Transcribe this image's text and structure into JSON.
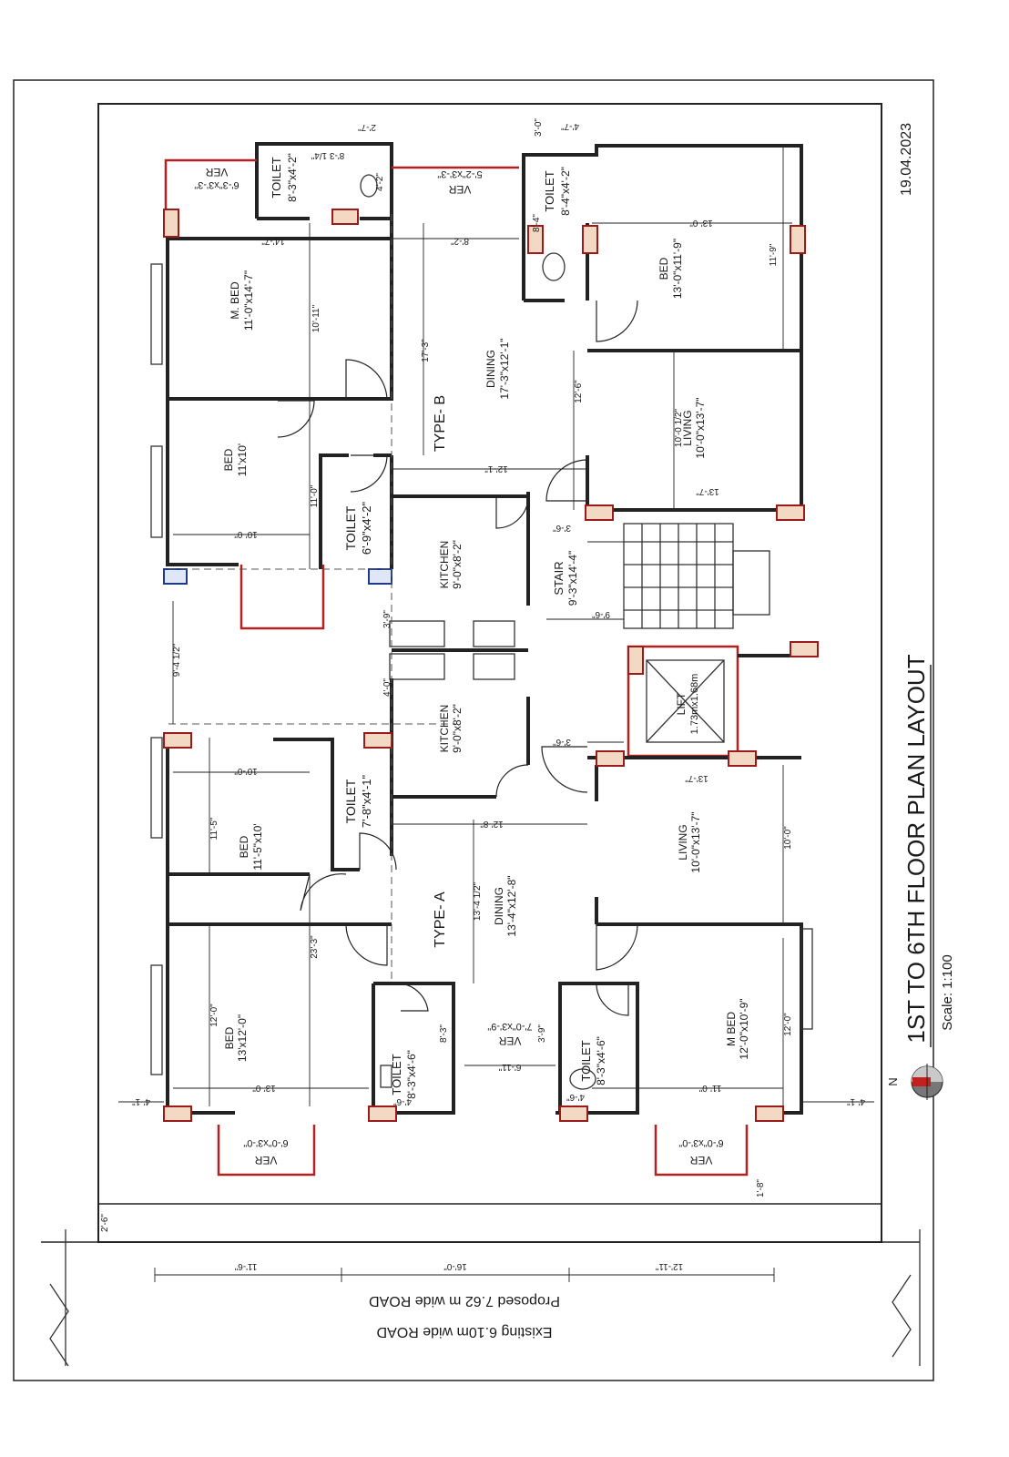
{
  "sheet": {
    "title": "1ST TO 6TH FLOOR PLAN LAYOUT",
    "scale": "Scale: 1:100",
    "date": "19.04.2023",
    "north": "N"
  },
  "road": {
    "existing": "Existing  6.10m wide  ROAD",
    "proposed": "Proposed 7.62 m wide  ROAD",
    "dims": [
      "11'-6\"",
      "16'-0\"",
      "12'-11\""
    ]
  },
  "types": {
    "a": "TYPE- A",
    "b": "TYPE- B"
  },
  "rooms": [
    {
      "id": "ver-tl",
      "name": "VER",
      "size": "6'-3\"x3'-3\""
    },
    {
      "id": "toilet-tl",
      "name": "TOILET",
      "size": "8'-3\"x4'-2\""
    },
    {
      "id": "ver-tc",
      "name": "VER",
      "size": "5'-2\"x3'-3\""
    },
    {
      "id": "toilet-tr",
      "name": "TOILET",
      "size": "8'-4\"x4'-2\""
    },
    {
      "id": "mbed-b",
      "name": "M. BED",
      "size": "11'-0\"x14'-7\""
    },
    {
      "id": "bed-br",
      "name": "BED",
      "size": "13'-0\"x11'-9\""
    },
    {
      "id": "dining-b",
      "name": "DINING",
      "size": "17'-3\"x12'-1\""
    },
    {
      "id": "living-b",
      "name": "LIVING",
      "size": "10'-0\"x13'-7\""
    },
    {
      "id": "bed-b",
      "name": "BED",
      "size": "11'x10'"
    },
    {
      "id": "toilet-b",
      "name": "TOILET",
      "size": "6'-9\"x4'-2\""
    },
    {
      "id": "kitchen-b",
      "name": "KITCHEN",
      "size": "9'-0\"x8'-2\""
    },
    {
      "id": "stair",
      "name": "STAIR",
      "size": "9'-3\"x14'-4\""
    },
    {
      "id": "lift",
      "name": "LIFT",
      "size": "1.73mx1.68m"
    },
    {
      "id": "kitchen-a",
      "name": "KITCHEN",
      "size": "9'-0\"x8'-2\""
    },
    {
      "id": "toilet-a",
      "name": "TOILET",
      "size": "7'-8\"x4'-1\""
    },
    {
      "id": "bed-a",
      "name": "BED",
      "size": "11'-5\"x10'"
    },
    {
      "id": "living-a",
      "name": "LIVING",
      "size": "10'-0\"x13'-7\""
    },
    {
      "id": "dining-a",
      "name": "DINING",
      "size": "13'-4\"x12'-8\""
    },
    {
      "id": "bed-al",
      "name": "BED",
      "size": "13'x12'-0\""
    },
    {
      "id": "mbed-a",
      "name": "M BED",
      "size": "12'-0\"x10'-9\""
    },
    {
      "id": "toilet-al",
      "name": "TOILET",
      "size": "8'-3\"x4'-6\""
    },
    {
      "id": "ver-ac",
      "name": "VER",
      "size": "7'-0\"x3'-9\""
    },
    {
      "id": "toilet-ar",
      "name": "TOILET",
      "size": "8'-3\"x4'-6\""
    },
    {
      "id": "ver-al",
      "name": "VER",
      "size": "6'-0\"x3'-0\""
    },
    {
      "id": "ver-ar",
      "name": "VER",
      "size": "6'-0\"x3'-0\""
    }
  ],
  "dims": [
    "2'-7\"",
    "3'-0\"",
    "4'-7\"",
    "8'-3 1/4\"",
    "4'-2\"",
    "14'-7\"",
    "8'-2\"",
    "8'-4\"",
    "13'-0\"",
    "11'-9\"",
    "10'-11\"",
    "17'-3\"",
    "12'-6\"",
    "10'-0 1/2\"",
    "12'-1\"",
    "11'-0\"",
    "10'-0\"",
    "13'-7\"",
    "3'-6\"",
    "9'-4 1/2\"",
    "3'-9\"",
    "4'-0\"",
    "3'-6\"",
    "10'-0\"",
    "13'-7\"",
    "11'-5\"",
    "12'-8\"",
    "10'-0\"",
    "13'-4 1/2\"",
    "23'-3\"",
    "12'-0\"",
    "8'-3\"",
    "3'-9\"",
    "6'-11\"",
    "12'-0\"",
    "13'-0\"",
    "4'-1\"",
    "4'-6\"",
    "4'-6\"",
    "11'-0\"",
    "4'-1\"",
    "1'-8\"",
    "2'-6\"",
    "9'-6\""
  ]
}
